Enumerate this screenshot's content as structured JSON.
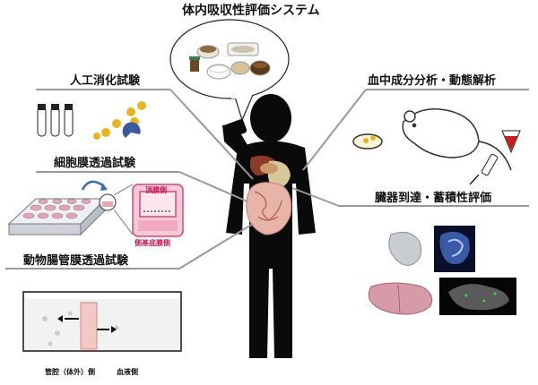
{
  "title": "体内吸収性評価システム",
  "labels": {
    "digestion": "人工消化試験",
    "cell_permeation": "細胞膜透過試験",
    "intestine_permeation": "動物腸管膜透過試験",
    "blood": "血中成分分析・動態解析",
    "organ": "臓器到達・蓄積性評価"
  },
  "chamber": {
    "apical": "頂膜側",
    "basolateral": "側基底膜側"
  },
  "intestine": {
    "lumen": "管腔（体外）側",
    "blood_side": "血液側"
  }
}
